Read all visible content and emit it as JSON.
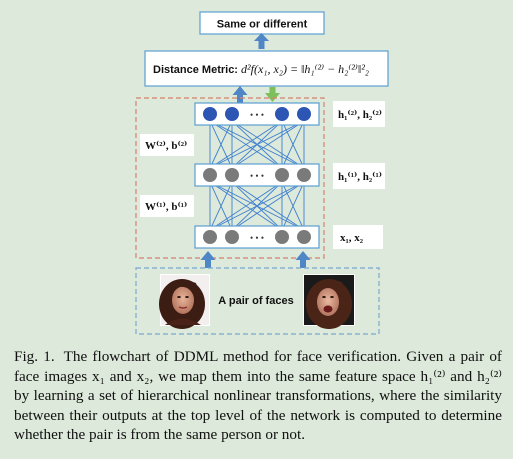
{
  "colors": {
    "background": "#dde9da",
    "box_fill": "#ffffff",
    "box_border": "#5a9fd0",
    "arrow_blue": "#4f86c6",
    "arrow_green": "#7cc05a",
    "node_top": "#2c55b4",
    "node_gray": "#7a7a7a",
    "edge_blue": "#3d7fd0",
    "dashed_red": "#d6826f",
    "dashed_blue": "#7aa7d0"
  },
  "output_box": {
    "label": "Same or different"
  },
  "metric_box": {
    "label": "Distance Metric: ",
    "formula": "d²f(x₁, x₂) = ‖h₁⁽²⁾ − h₂⁽²⁾‖²₂"
  },
  "layers": {
    "top": {
      "node_icon": "node-circle",
      "ellipsis": "• • •",
      "label": "h₁⁽²⁾,  h₂⁽²⁾"
    },
    "middle": {
      "node_icon": "node-circle",
      "ellipsis": "• • •",
      "label": "h₁⁽¹⁾,  h₂⁽¹⁾"
    },
    "bottom": {
      "node_icon": "node-circle",
      "ellipsis": "• • •",
      "label": "x₁,  x₂"
    }
  },
  "weights": {
    "upper": "W⁽²⁾,  b⁽²⁾",
    "lower": "W⁽¹⁾,  b⁽¹⁾"
  },
  "faces": {
    "label": "A pair of faces",
    "left_icon": "face-photo",
    "right_icon": "face-photo"
  },
  "caption": {
    "fig": "Fig. 1.",
    "text": "The flowchart of DDML method for face verification. Given a pair of face images x₁ and x₂, we map them into the same feature space h₁⁽²⁾ and h₂⁽²⁾ by learning a set of hierarchical nonlinear transformations, where the similarity between their outputs at the top level of the network is computed to determine whether the pair is from the same person or not."
  }
}
